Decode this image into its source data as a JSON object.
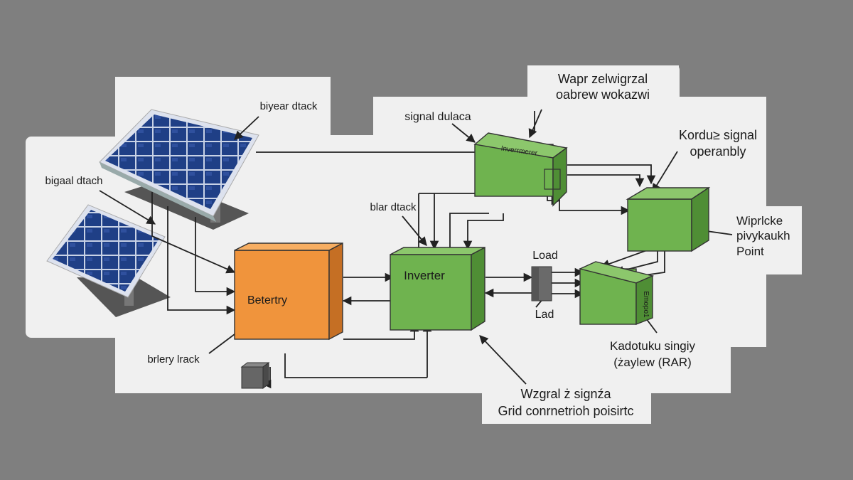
{
  "colors": {
    "background": "#7f7f7f",
    "panel": "#f0f0f0",
    "battery": "#f0943c",
    "module_green": "#6fb34f",
    "solar_cell": "#1f3f86",
    "terminal": "#666666"
  },
  "labels": {
    "top_callout_line1": "Wapr zelwigrzal",
    "top_callout_line2": "oabrew wokazwi",
    "signal_label": "signal dulaca",
    "panel_top_label": "biyear dtack",
    "panel_left_label": "bigaal dtach",
    "biar_label": "blar dtack",
    "kordu_line1": "Kordu≥ signal",
    "kordu_line2": "operanbly",
    "wipr_line1": "Wiprlcke",
    "wipr_line2": "pivykaukh",
    "wipr_line3": "Point",
    "load_top": "Load",
    "load_bottom": "Lad",
    "kadotu_line1": "Kadotuku singiy",
    "kadotu_line2": "(żaylew (RAR)",
    "brlery_label": "brlery lrack",
    "wzgral_line1": "Wzgral ż signźa",
    "wzgral_line2": "Grid conrnetrioh poisirtc"
  },
  "blocks": {
    "battery": "Betertry",
    "inverter": "Inverter",
    "top_module": "Inverrmerer",
    "right_module_lower": "Emopo1"
  }
}
